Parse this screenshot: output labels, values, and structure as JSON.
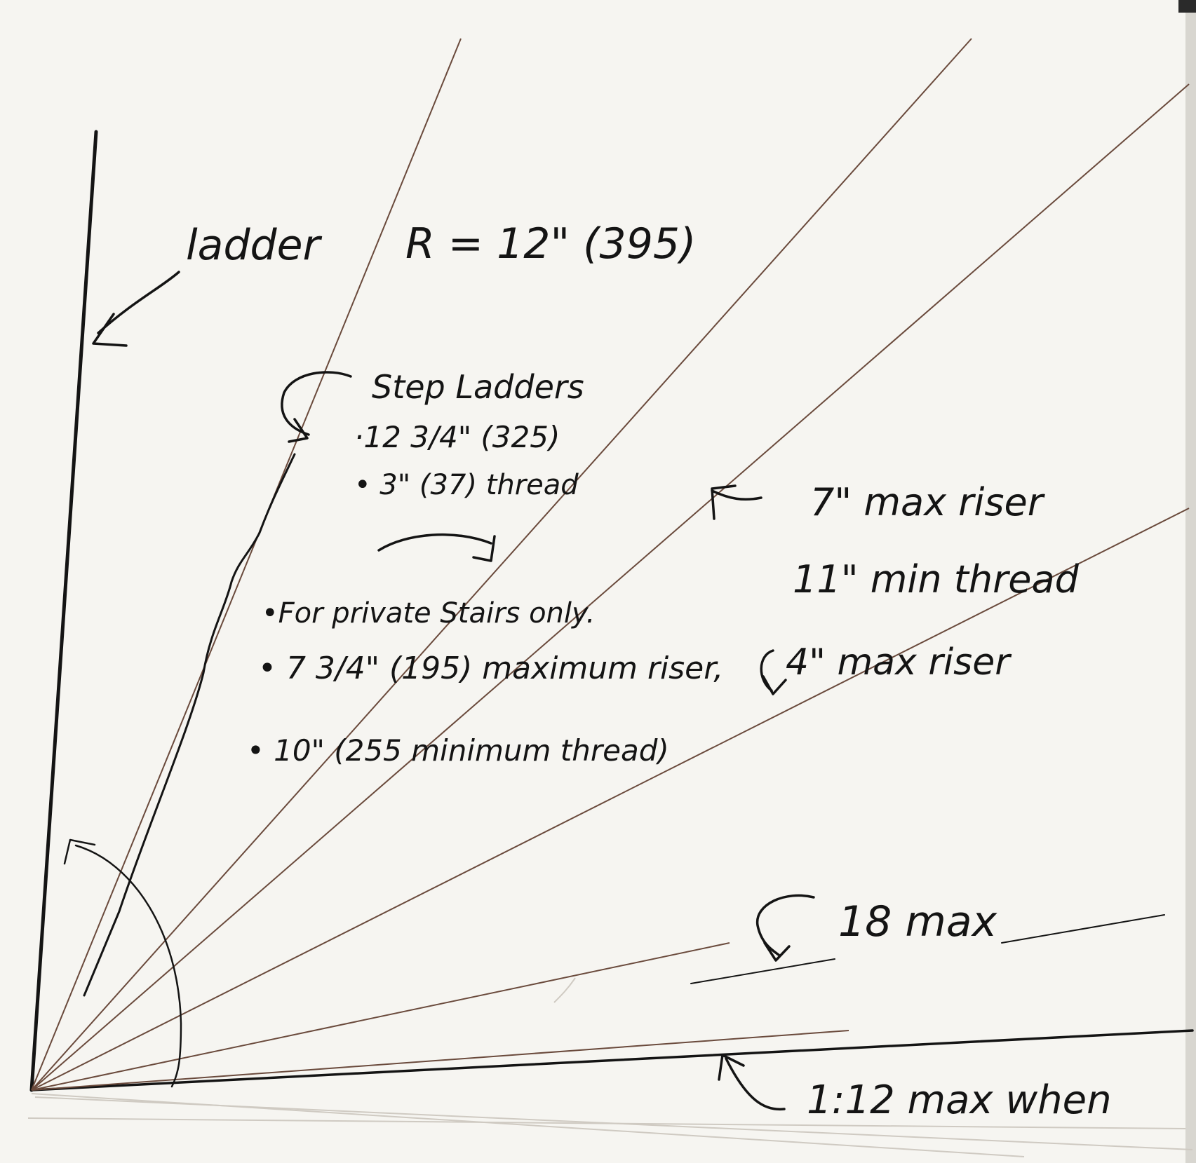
{
  "labels": {
    "ladder": "ladder",
    "ladder_r": "R = 12\" (395)",
    "step_ladders_title": "Step Ladders",
    "step_ladders_riser": "·12 3/4\" (325)",
    "step_ladders_tread": "• 3\" (37) thread",
    "private_stairs": "•For private Stairs only.",
    "private_riser": "• 7 3/4\" (195) maximum riser,",
    "private_tread": "• 10\" (255 minimum thread)",
    "stair_riser": "7\" max riser",
    "stair_tread": "11\" min thread",
    "ramp_riser": "4\" max riser",
    "ramp_max": "18 max",
    "ramp_slope": "1:12 max when"
  },
  "colors": {
    "ink": "#141414",
    "pencil": "#6a4a3c",
    "paper": "#f6f5f1"
  }
}
